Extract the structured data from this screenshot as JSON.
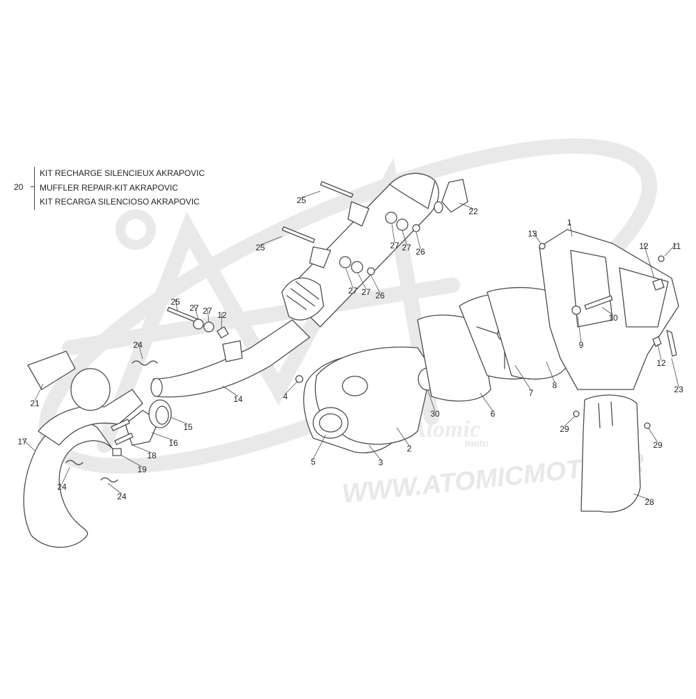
{
  "kit": {
    "number": "20",
    "lines": [
      "KIT RECHARGE SILENCIEUX AKRAPOVIC",
      "MUFFLER REPAIR-KIT AKRAPOVIC",
      "KIT RECARGA SILENCIOSO AKRAPOVIC"
    ]
  },
  "watermark": {
    "brand_script": "Atomic",
    "brand_sub": "moto",
    "url": "WWW.ATOMICMOTO.FR"
  },
  "callouts": [
    "1",
    "2",
    "3",
    "4",
    "5",
    "6",
    "7",
    "8",
    "9",
    "10",
    "11",
    "12",
    "12",
    "12",
    "13",
    "14",
    "15",
    "16",
    "17",
    "18",
    "19",
    "21",
    "22",
    "23",
    "24",
    "24",
    "24",
    "25",
    "25",
    "25",
    "26",
    "26",
    "27",
    "27",
    "27",
    "27",
    "27",
    "27",
    "28",
    "29",
    "29",
    "30"
  ],
  "colors": {
    "line": "#4a4a4a",
    "watermark": "#e6e6e6",
    "label": "#222222"
  }
}
